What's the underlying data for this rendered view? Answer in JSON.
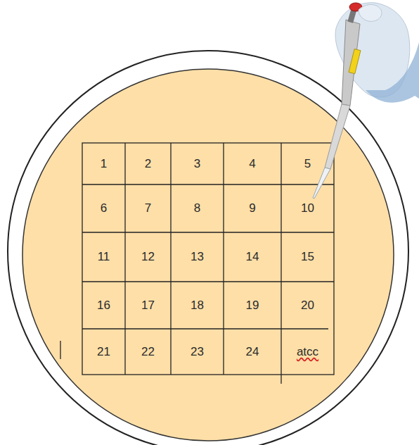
{
  "diagram": {
    "labels": [
      "1",
      "2",
      "3",
      "4",
      "5",
      "6",
      "7",
      "8",
      "9",
      "10",
      "11",
      "12",
      "13",
      "14",
      "15",
      "16",
      "17",
      "18",
      "19",
      "20",
      "21",
      "22",
      "23",
      "24",
      "atcc"
    ]
  }
}
